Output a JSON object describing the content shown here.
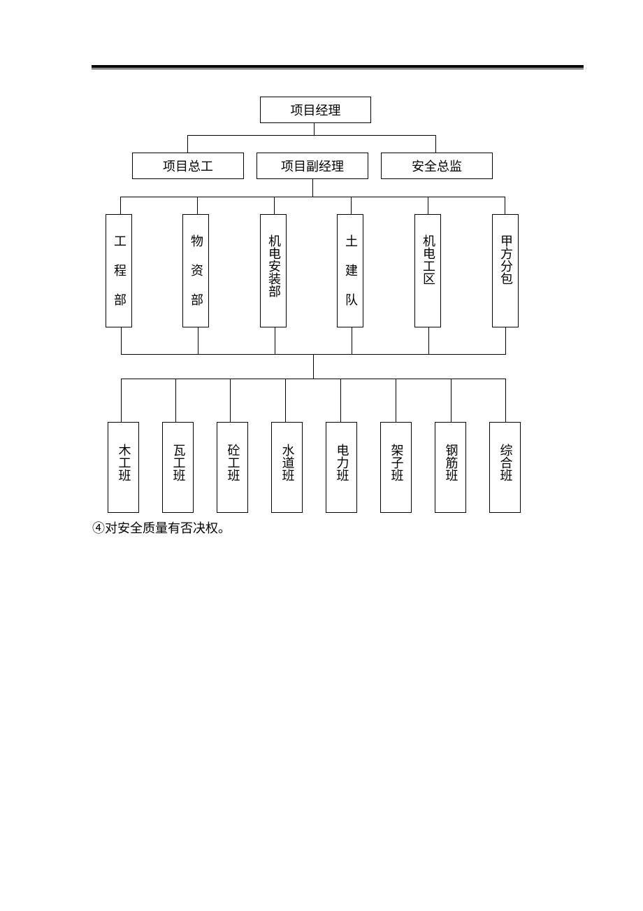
{
  "chart": {
    "root": "项目经理",
    "level1": [
      "项目总工",
      "项目副经理",
      "安全总监"
    ],
    "departments": [
      "工程部",
      "物资部",
      "机电安装部",
      "土建队",
      "机电工区",
      "甲方分包"
    ],
    "teams": [
      "木工班",
      "瓦工班",
      "砼工班",
      "水道班",
      "电力班",
      "架子班",
      "钢筋班",
      "综合班"
    ]
  },
  "note": "④对安全质量有否决权。"
}
